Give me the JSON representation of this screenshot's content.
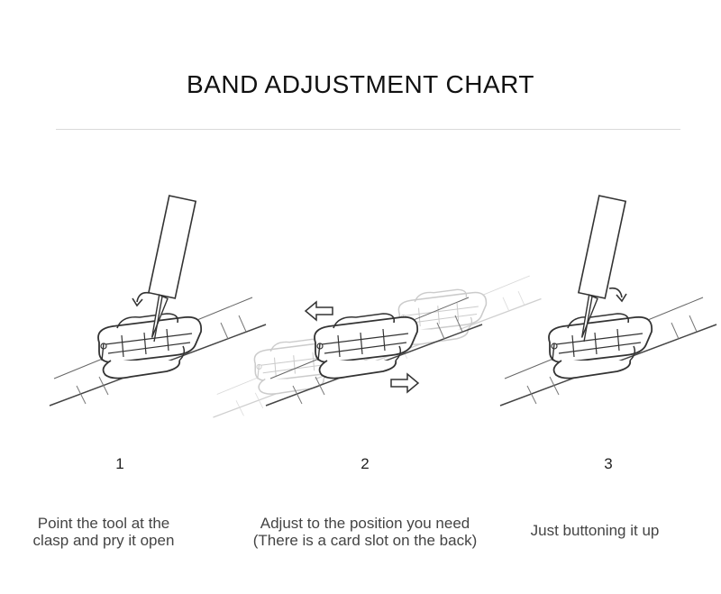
{
  "title": "BAND ADJUSTMENT CHART",
  "steps": [
    {
      "number": "1",
      "caption_lines": [
        "Point the tool at the",
        "clasp and pry it open"
      ]
    },
    {
      "number": "2",
      "caption_lines": [
        "Adjust to the position you need",
        "(There is a card slot on the back)"
      ]
    },
    {
      "number": "3",
      "caption_lines": [
        "Just buttoning it up"
      ]
    }
  ],
  "colors": {
    "line": "#333333",
    "ghost": "#d4d4d4",
    "divider": "#d9d9d9"
  },
  "icons": [
    "pry-tool-icon",
    "curved-arrow-icon",
    "left-arrow-icon",
    "right-arrow-icon"
  ]
}
